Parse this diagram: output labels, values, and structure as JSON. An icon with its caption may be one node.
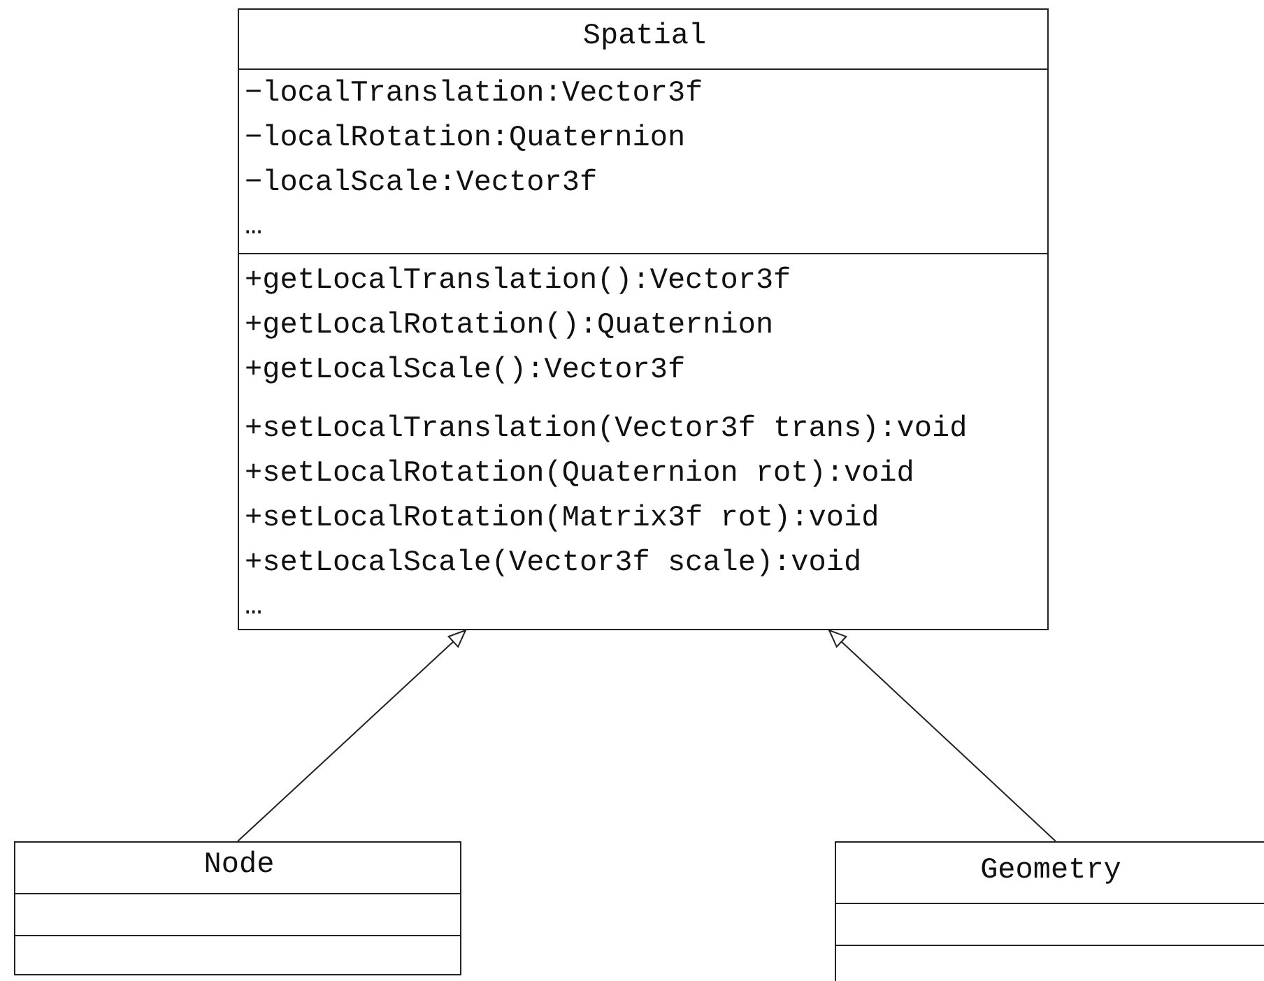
{
  "diagram": {
    "nodes": [
      {
        "text": [
          "Spatial",
          "−localTranslation:Vector3f",
          "−localRotation:Quaternion",
          "−localScale:Vector3f",
          "…",
          "+getLocalTranslation():Vector3f",
          "+getLocalRotation():Quaternion",
          "+getLocalScale():Vector3f",
          "+setLocalTranslation(Vector3f trans):void",
          "+setLocalRotation(Quaternion rot):void",
          "+setLocalRotation(Matrix3f rot):void",
          "+setLocalScale(Vector3f scale):void",
          "…"
        ]
      },
      {
        "text": [
          "Node"
        ]
      },
      {
        "text": [
          "Geometry"
        ]
      }
    ],
    "edges": [
      {
        "from": 1,
        "to": 0,
        "arrow": "to"
      },
      {
        "from": 2,
        "to": 0,
        "arrow": "to"
      }
    ]
  }
}
